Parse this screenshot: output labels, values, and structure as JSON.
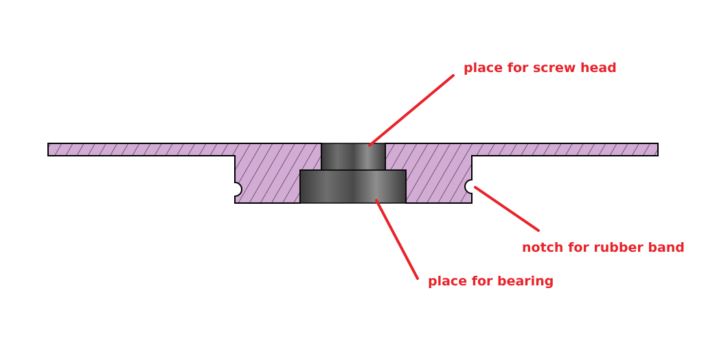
{
  "colors": {
    "background": "#ffffff",
    "part_fill": "#d2acd4",
    "hatch": "#3a2a3a",
    "outline": "#000000",
    "callout": "#e8232a",
    "bore_dark": "#3c3c3c",
    "bore_light": "#8c8c8c"
  },
  "callouts": {
    "screw_head": "place for screw head",
    "bearing": "place for bearing",
    "rubber_band": "notch for rubber band"
  }
}
